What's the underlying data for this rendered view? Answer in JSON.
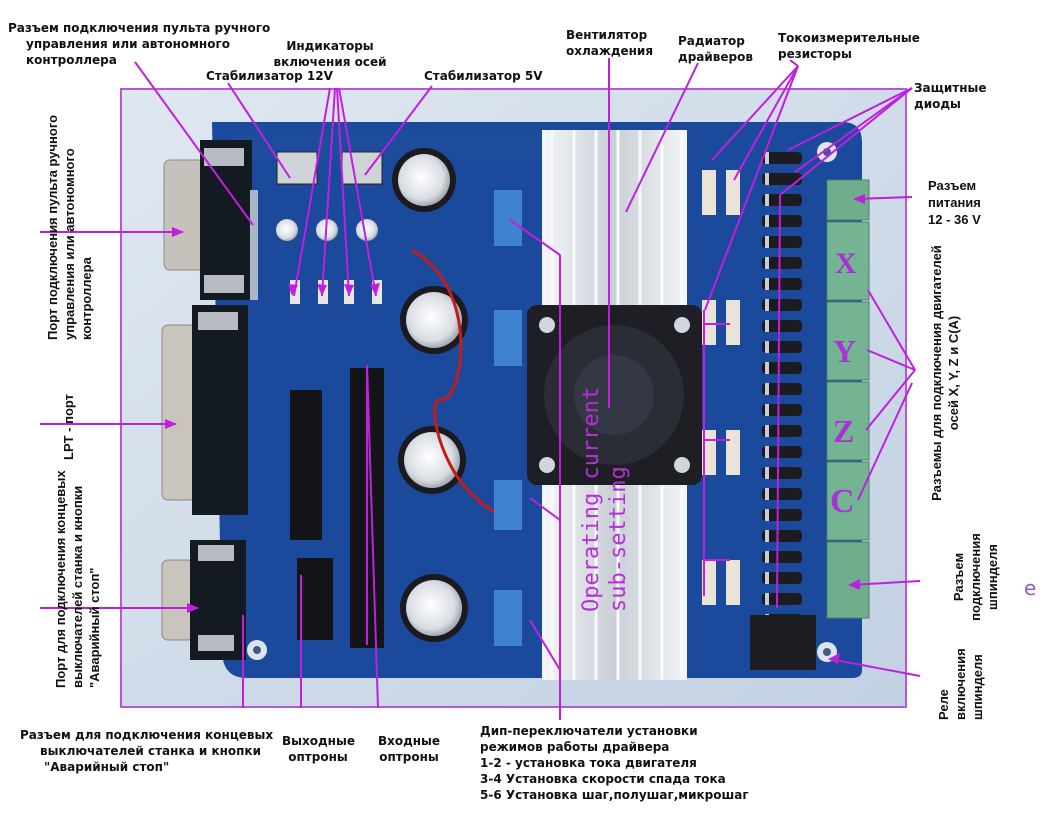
{
  "colors": {
    "annotation": "#c01fe0",
    "frame": "#b458d8",
    "pcb": "#1a4a9a",
    "heatsink": "#d8dde3",
    "terminal": "#6fae8c",
    "background": "#cfdbe8"
  },
  "labels": {
    "pendant_connector": [
      "Разъем подключения пульта ручного",
      "управления или автономного",
      "контроллера"
    ],
    "axis_indicators": [
      "Индикаторы",
      "включения осей"
    ],
    "stabilizer_12v": "Стабилизатор 12V",
    "stabilizer_5v": "Стабилизатор 5V",
    "cooling_fan": [
      "Вентилятор",
      "охлаждения"
    ],
    "driver_heatsink": [
      "Радиатор",
      "драйверов"
    ],
    "current_resistors": [
      "Токоизмерительные",
      "резисторы"
    ],
    "protective_diodes": [
      "Защитные",
      "диоды"
    ],
    "power_connector": [
      "Разъем",
      "питания",
      "12 - 36 V"
    ],
    "motor_connectors": [
      "Разъемы для подключения двигателей",
      "осей X, Y, Z и C(A)"
    ],
    "spindle_connector": [
      "Разъем",
      "подключения",
      "шпинделя"
    ],
    "spindle_relay": [
      "Реле",
      "включения",
      "шпинделя"
    ],
    "pendant_port": [
      "Порт подключения пульта ручного",
      "управления или автономного",
      "контроллера"
    ],
    "lpt_port": "LPT - порт",
    "limit_port": [
      "Порт для подключения концевых",
      "выключателей станка и кнопки",
      "\"Аварийный стоп\""
    ],
    "limit_connector": [
      "Разъем  для подключения концевых",
      "выключателей станка и кнопки",
      "\"Аварийный стоп\""
    ],
    "output_optocouplers": [
      "Выходные",
      "оптроны"
    ],
    "input_optocouplers": [
      "Входные",
      "оптроны"
    ],
    "dip_switches": [
      "Дип-переключатели установки",
      "режимов работы драйвера",
      "1-2 - установка тока двигателя",
      "3-4 Установка скорости спада тока",
      "5-6 Установка   шаг,полушаг,микрошаг"
    ],
    "operating_current": [
      "Operating current",
      "sub-setting"
    ],
    "axis_letters": [
      "X",
      "Y",
      "Z",
      "C"
    ],
    "stray_letter": "e"
  }
}
